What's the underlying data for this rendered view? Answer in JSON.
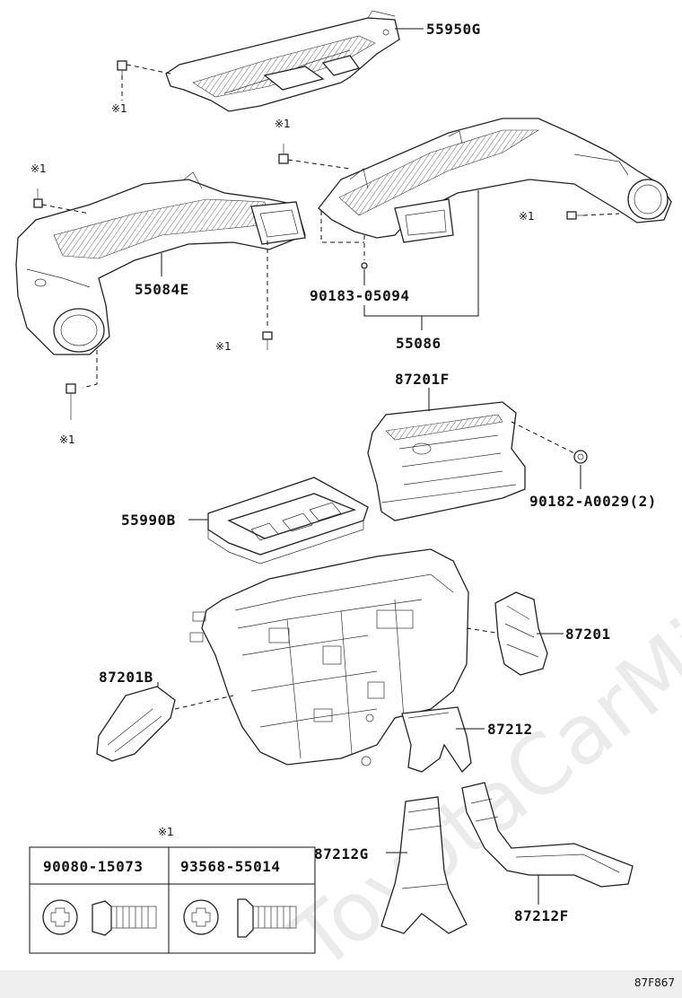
{
  "watermark": "ToyotaCarMine.ru",
  "diagram_code": "87F867",
  "bolt_symbol": "※1",
  "parts": {
    "p55950g": "55950G",
    "p55084e": "55084E",
    "p90183": "90183-05094",
    "p55086": "55086",
    "p87201f": "87201F",
    "p90182": "90182-A0029(2)",
    "p55990b": "55990B",
    "p87201": "87201",
    "p87201b": "87201B",
    "p87212": "87212",
    "p87212g": "87212G",
    "p87212f": "87212F"
  },
  "legend_table": {
    "marker": "※1",
    "columns": [
      "90080-15073",
      "93568-55014"
    ]
  }
}
